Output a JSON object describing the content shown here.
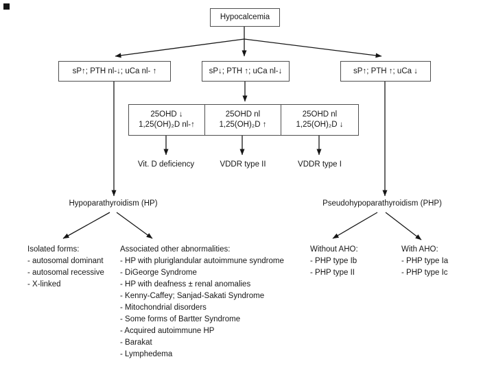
{
  "root": {
    "label": "Hypocalcemia"
  },
  "level2": [
    {
      "label": "sP↑; PTH nl-↓; uCa nl- ↑"
    },
    {
      "label": "sP↓; PTH ↑; uCa nl-↓"
    },
    {
      "label": "sP↑; PTH ↑; uCa ↓"
    }
  ],
  "vitd_boxes": [
    {
      "line1": "25OHD ↓",
      "line2": "1,25(OH)₂D nl-↑",
      "result": "Vit. D deficiency"
    },
    {
      "line1": "25OHD nl",
      "line2": "1,25(OH)₂D ↑",
      "result": "VDDR type II"
    },
    {
      "line1": "25OHD nl",
      "line2": "1,25(OH)₂D ↓",
      "result": "VDDR type I"
    }
  ],
  "hp": {
    "label": "Hypoparathyroidism (HP)",
    "isolated": {
      "title": "Isolated forms:",
      "items": [
        "- autosomal dominant",
        "- autosomal recessive",
        "- X-linked"
      ]
    },
    "associated": {
      "title": "Associated other abnormalities:",
      "items": [
        "- HP with pluriglandular autoimmune syndrome",
        "- DiGeorge Syndrome",
        "- HP with deafness ± renal anomalies",
        "- Kenny-Caffey; Sanjad-Sakati Syndrome",
        "- Mitochondrial disorders",
        "- Some forms of Bartter Syndrome",
        "- Acquired autoimmune HP",
        "- Barakat",
        "- Lymphedema"
      ]
    }
  },
  "php": {
    "label": "Pseudohypoparathyroidism (PHP)",
    "without_aho": {
      "title": "Without AHO:",
      "items": [
        "- PHP type Ib",
        "- PHP type II"
      ]
    },
    "with_aho": {
      "title": "With AHO:",
      "items": [
        "- PHP type Ia",
        "- PHP type Ic"
      ]
    }
  },
  "colors": {
    "line": "#161616",
    "box_border": "#4d4d4d"
  }
}
